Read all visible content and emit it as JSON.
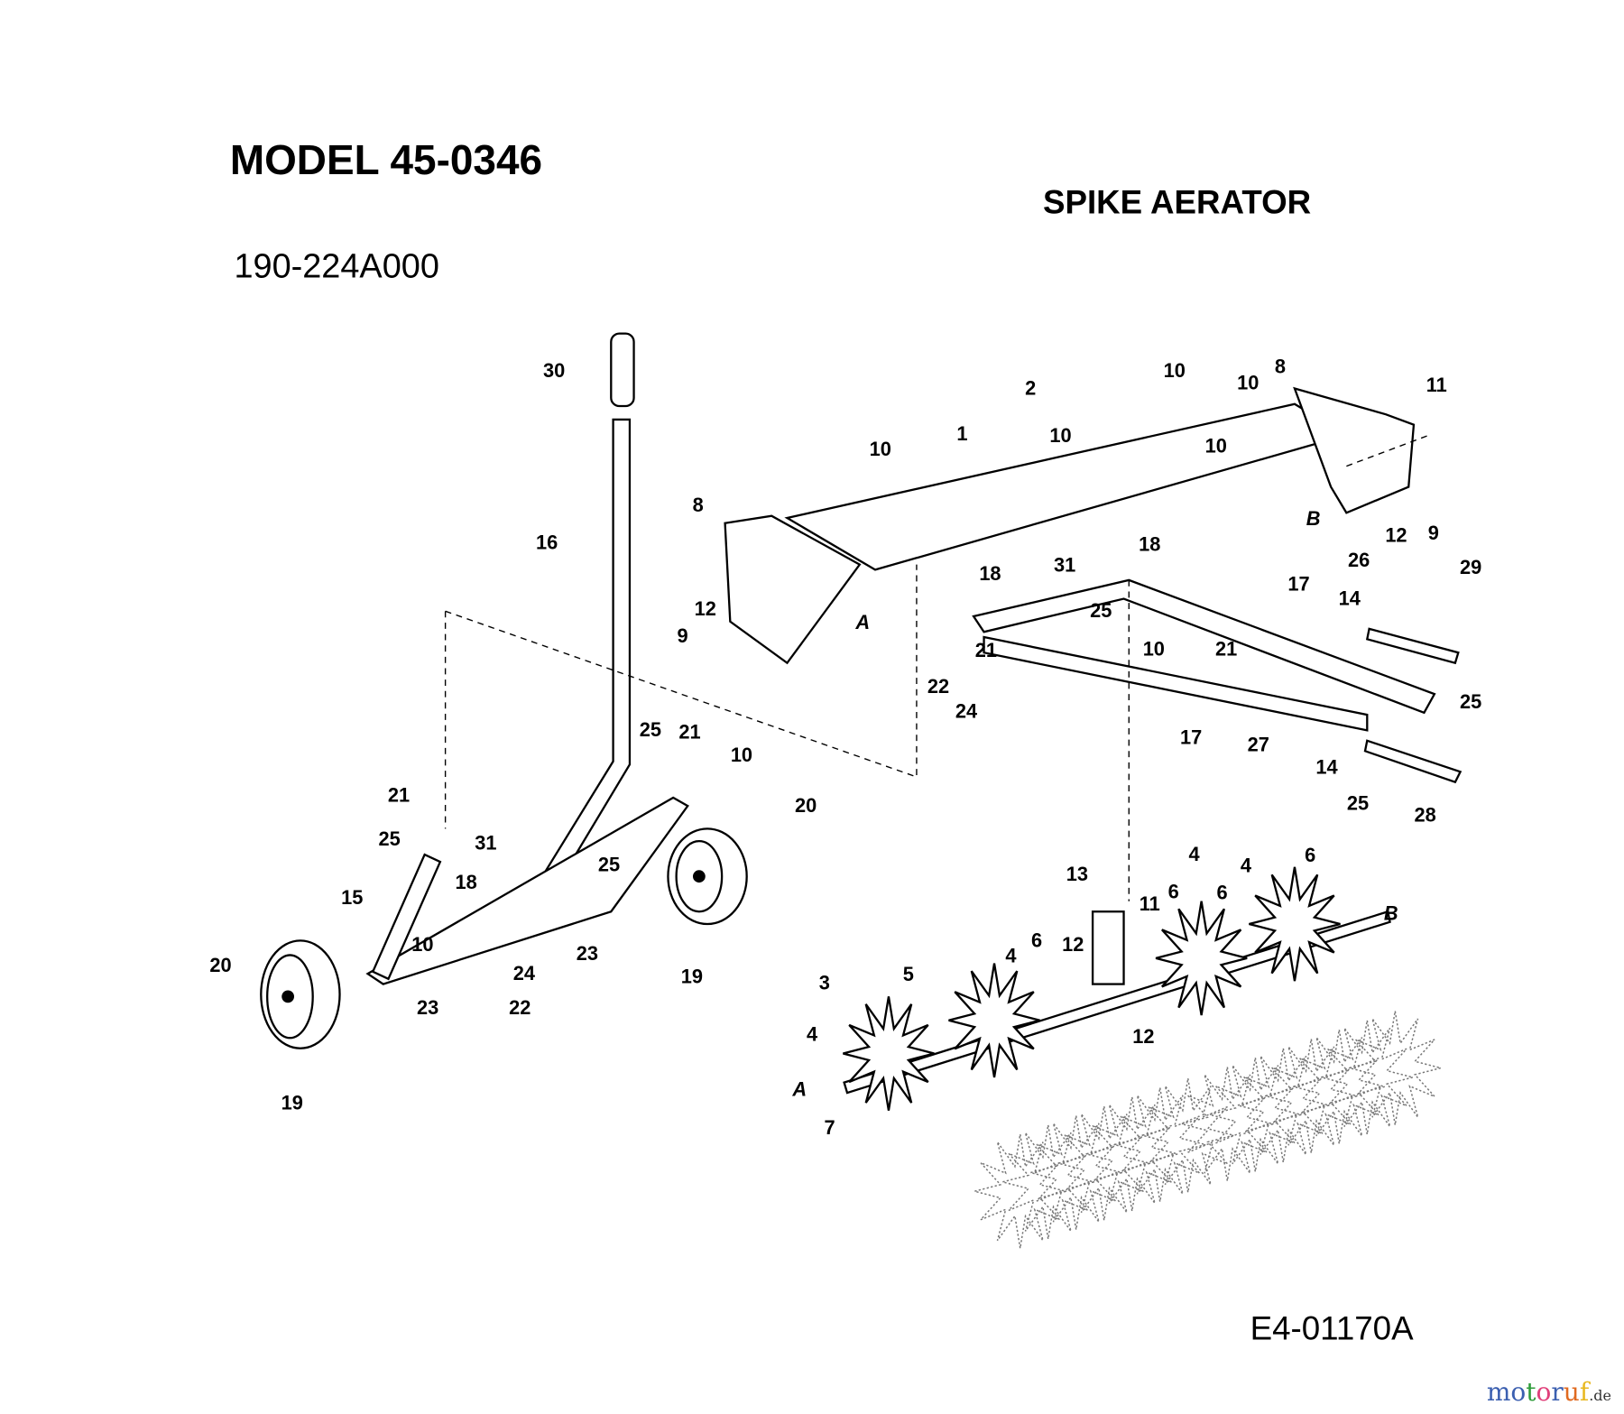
{
  "header": {
    "model": "MODEL 45-0346",
    "product": "SPIKE AERATOR",
    "part_number": "190-224A000"
  },
  "footer": {
    "drawing_code": "E4-01170A"
  },
  "watermark": {
    "letters": [
      "m",
      "o",
      "t",
      "o",
      "r",
      "u",
      "f"
    ],
    "suffix": ".de",
    "colors": [
      "#3b5fb0",
      "#3b5fb0",
      "#2e9c3a",
      "#e0407a",
      "#3b5fb0",
      "#e06a20",
      "#e8b820"
    ]
  },
  "callouts": [
    "30",
    "16",
    "10",
    "2",
    "10",
    "8",
    "11",
    "10",
    "1",
    "10",
    "10",
    "8",
    "B",
    "12",
    "9",
    "18",
    "18",
    "31",
    "26",
    "29",
    "17",
    "14",
    "25",
    "12",
    "9",
    "A",
    "21",
    "10",
    "21",
    "22",
    "24",
    "25",
    "17",
    "27",
    "14",
    "25",
    "28",
    "25",
    "21",
    "10",
    "21",
    "20",
    "25",
    "31",
    "25",
    "18",
    "15",
    "13",
    "4",
    "4",
    "6",
    "6",
    "6",
    "11",
    "B",
    "10",
    "23",
    "19",
    "12",
    "6",
    "4",
    "20",
    "24",
    "3",
    "5",
    "23",
    "22",
    "12",
    "4",
    "A",
    "7",
    "19"
  ]
}
